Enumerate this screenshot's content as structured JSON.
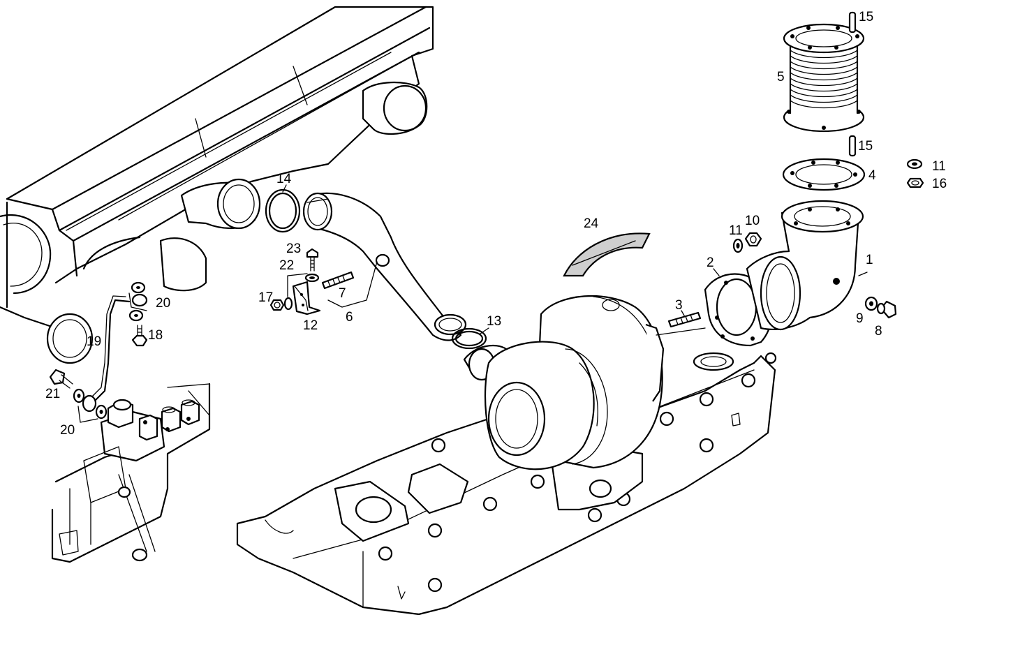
{
  "colors": {
    "line": "#000000",
    "background": "#ffffff",
    "gasket_fill": "#cfcfcf"
  },
  "callouts": [
    {
      "id": "c1",
      "text": "1"
    },
    {
      "id": "c2",
      "text": "2"
    },
    {
      "id": "c3",
      "text": "3"
    },
    {
      "id": "c4",
      "text": "4"
    },
    {
      "id": "c5",
      "text": "5"
    },
    {
      "id": "c6",
      "text": "6"
    },
    {
      "id": "c7",
      "text": "7"
    },
    {
      "id": "c8",
      "text": "8"
    },
    {
      "id": "c9",
      "text": "9"
    },
    {
      "id": "c10",
      "text": "10"
    },
    {
      "id": "c11a",
      "text": "11"
    },
    {
      "id": "c11b",
      "text": "11"
    },
    {
      "id": "c12",
      "text": "12"
    },
    {
      "id": "c13",
      "text": "13"
    },
    {
      "id": "c14",
      "text": "14"
    },
    {
      "id": "c15a",
      "text": "15"
    },
    {
      "id": "c15b",
      "text": "15"
    },
    {
      "id": "c16",
      "text": "16"
    },
    {
      "id": "c17",
      "text": "17"
    },
    {
      "id": "c18",
      "text": "18"
    },
    {
      "id": "c19",
      "text": "19"
    },
    {
      "id": "c20a",
      "text": "20"
    },
    {
      "id": "c20b",
      "text": "20"
    },
    {
      "id": "c21",
      "text": "21"
    },
    {
      "id": "c22",
      "text": "22"
    },
    {
      "id": "c23",
      "text": "23"
    },
    {
      "id": "c24",
      "text": "24"
    }
  ]
}
